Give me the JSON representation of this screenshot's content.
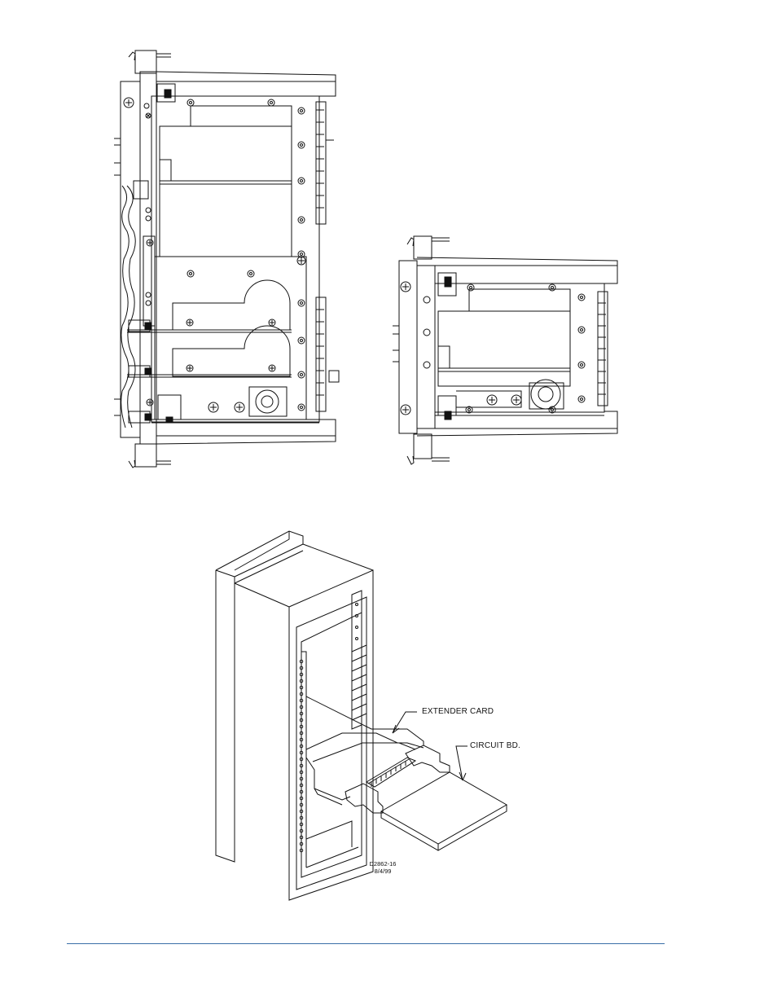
{
  "callouts": {
    "extender_card": "EXTENDER CARD",
    "circuit_board": "CIRCUIT BD."
  },
  "drawing_id": {
    "number": "D2862-16",
    "date": "8/4/99"
  },
  "colors": {
    "line": "#111111",
    "footer_rule": "#3a6fa8"
  }
}
